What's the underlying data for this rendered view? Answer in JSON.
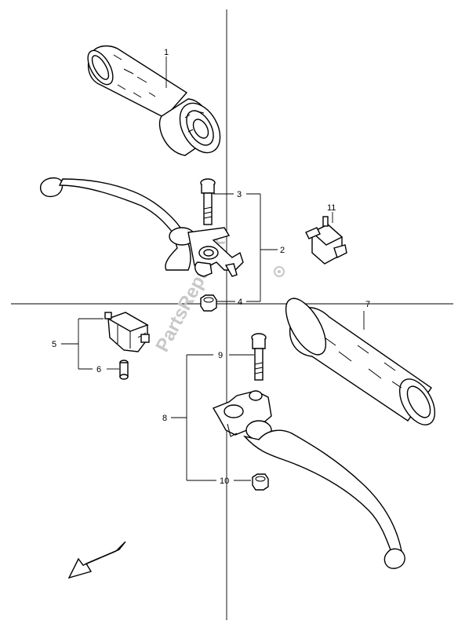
{
  "callouts": {
    "c1": "1",
    "c2": "2",
    "c3": "3",
    "c4": "4",
    "c5": "5",
    "c6": "6",
    "c7": "7",
    "c8": "8",
    "c9": "9",
    "c10": "10",
    "c11": "11"
  },
  "watermark": {
    "text": "PartsRepublik"
  }
}
